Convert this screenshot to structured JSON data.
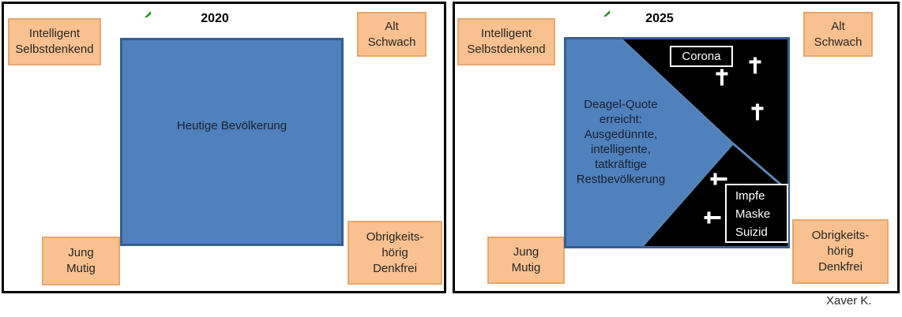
{
  "attribution": "Xaver K.",
  "panels": {
    "left": {
      "year": "2020",
      "labels": {
        "top_left": [
          "Intelligent",
          "Selbstdenkend"
        ],
        "top_right": [
          "Alt",
          "Schwach"
        ],
        "bottom_left": [
          "Jung",
          "Mutig"
        ],
        "bottom_right": [
          "Obrigkeits-",
          "hörig",
          "Denkfrei"
        ]
      },
      "square_label": "Heutige Bevölkerung"
    },
    "right": {
      "year": "2025",
      "labels": {
        "top_left": [
          "Intelligent",
          "Selbstdenkend"
        ],
        "top_right": [
          "Alt",
          "Schwach"
        ],
        "bottom_left": [
          "Jung",
          "Mutig"
        ],
        "bottom_right": [
          "Obrigkeits-",
          "hörig",
          "Denkfrei"
        ]
      },
      "blue_shape_lines": [
        "Deagel-Quote",
        "erreicht:",
        "Ausgedünnte,",
        "intelligente,",
        "tatkräftige",
        "Restbevölkerung"
      ],
      "callout_top": "Corona",
      "callout_bottom_lines": [
        "Impfe",
        "Maske",
        "Suizid"
      ],
      "icons": {
        "upright_cross_count": 3,
        "fallen_cross_count": 2
      }
    }
  },
  "colors": {
    "population_blue": "#4F81BD",
    "blue_border": "#365F91",
    "blue_edge_light": "#5B83B5",
    "label_orange_fill": "#F9C18F",
    "label_orange_border": "#E5A76F",
    "death_black": "#000000",
    "cross_white": "#FFFFFF",
    "marker_green": "#1E8C1E",
    "panel_border": "#000000"
  }
}
